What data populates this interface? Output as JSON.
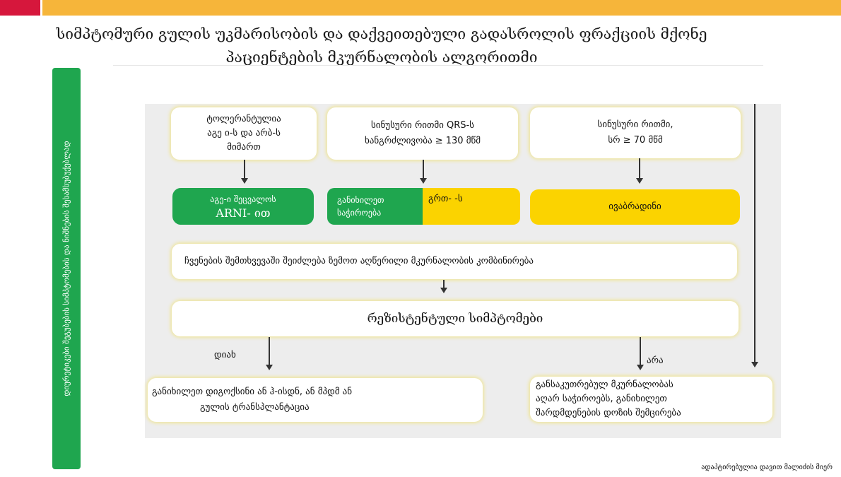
{
  "header": {
    "title_line1": "სიმპტომური გულის უკმარისობის და დაქვეითებული გადასროლის ფრაქციის მქონე",
    "title_line2": "პაციენტების მკურნალობის ალგორითმი"
  },
  "sidebar": {
    "text": "დიურეტიკები შეგუბების სიმპტომების და ნიშნების შესამსუბუქებლად"
  },
  "flow": {
    "box_tolerant": [
      "ტოლერანტულია",
      "აგე ი-ს და არბ-ს",
      "მიმართ"
    ],
    "box_sinus_qrs": [
      "სინუსური რითმი QRS-ს",
      "ხანგრძლივობა ≥ 130 მწმ"
    ],
    "box_sinus_hr": [
      "სინუსური რითმი,",
      "სრ ≥ 70 მწმ"
    ],
    "action_replace": [
      "აგე-ი შეცვალოს",
      "ARNI- ით"
    ],
    "action_crt_left": [
      "განიხილეთ",
      "საჭიროება"
    ],
    "action_crt_right": "გრთ- -ს",
    "action_ivabradine": "ივაბრადინი",
    "combine_note": "ჩვენების შემთხვევაში შეიძლება ზემოთ აღწერილი მკურნალობის კომბინირება",
    "resistant": "რეზისტენტული სიმპტომები",
    "yes_label": "დიახ",
    "no_label": "არა",
    "outcome_yes": [
      "განიხილეთ დიგოქსინი ან  ჰ-ისდნ, ან მპდმ     ან",
      "გულის ტრანსპლანტაცია"
    ],
    "outcome_no": [
      "განსაკუთრებულ მკურნალობას",
      "აღარ საჭიროებს, განიხილეთ",
      "შარდმდენების დოზის შემცირება"
    ]
  },
  "footer": {
    "credit": "ადაპტირებულია დავით მალიძის მიერ"
  },
  "colors": {
    "accent_red": "#d6173c",
    "accent_gold": "#f6b53a",
    "green": "#1fa64f",
    "yellow": "#fbd300"
  }
}
